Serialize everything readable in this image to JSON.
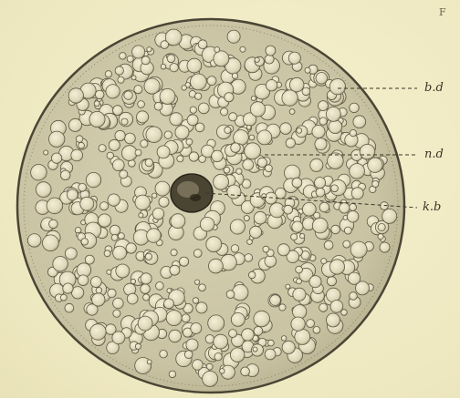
{
  "figure": {
    "labels": [
      {
        "id": "label-bd",
        "text": "b.d"
      },
      {
        "id": "label-nd",
        "text": "n.d"
      },
      {
        "id": "label-kb",
        "text": "k.b"
      }
    ],
    "corner_mark": "F"
  },
  "colors": {
    "background": "#f1ecc6",
    "cell_fill": "#cdc8aa",
    "cell_outline": "#4a4535",
    "globule_fill": "#e8e2c6",
    "globule_stroke": "#5e5845",
    "nucleus": "#3a3526"
  }
}
